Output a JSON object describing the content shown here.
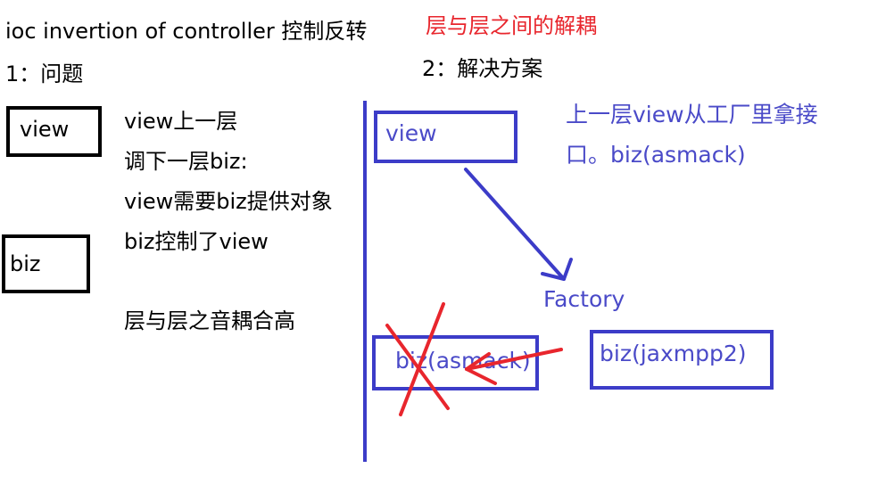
{
  "title": "ioc  invertion of controller 控制反转",
  "subtitle_red": "层与层之间的解耦",
  "problem_heading": "1：问题",
  "solution_heading": "2：解决方案",
  "left": {
    "view_box": "view",
    "biz_box": "biz",
    "notes": [
      "view上一层",
      "调下一层biz:",
      "view需要biz提供对象",
      "biz控制了view"
    ],
    "coupling_note": "层与层之音耦合高"
  },
  "right": {
    "view_box": "view",
    "note_line1": "上一层view从工厂里拿接",
    "note_line2": "口。biz(asmack)",
    "factory": "Factory",
    "biz_asmack": "biz(asmack)",
    "biz_jaxmpp2": "biz(jaxmpp2)"
  },
  "colors": {
    "text": "#000000",
    "accent_red": "#e8262d",
    "diagram_blue": "#3c3cc8"
  }
}
